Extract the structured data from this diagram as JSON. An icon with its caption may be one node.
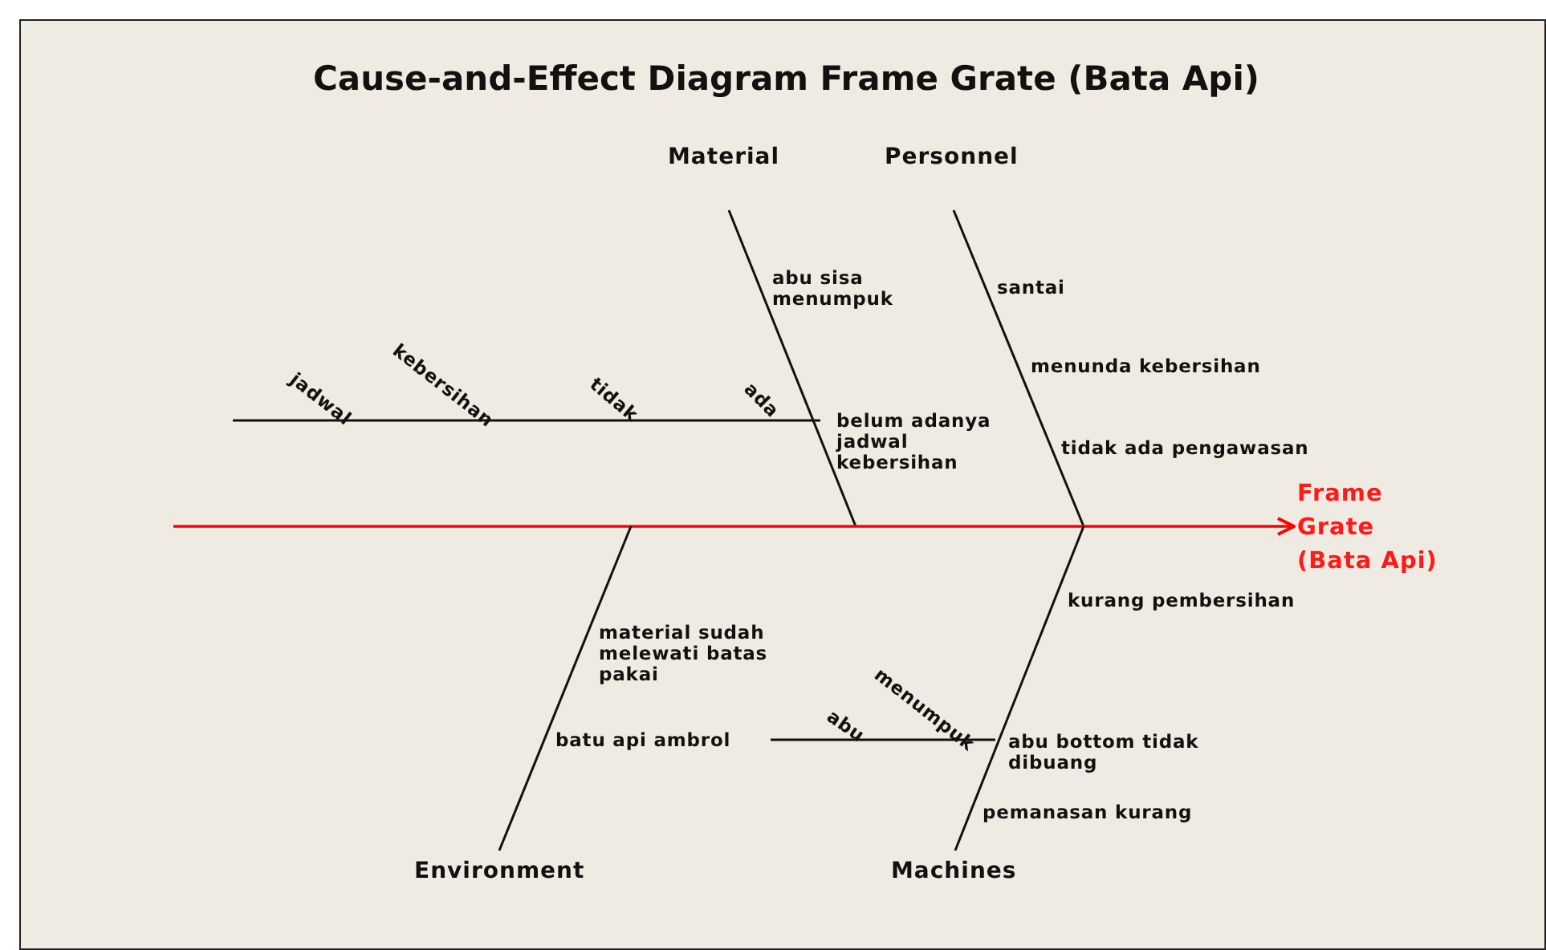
{
  "diagram": {
    "title": "Cause-and-Effect Diagram Frame Grate (Bata Api)",
    "nodes": [
      {
        "text": [
          "Material"
        ]
      },
      {
        "text": [
          "Personnel"
        ]
      },
      {
        "text": [
          "Frame Grate (Bata Api)"
        ]
      },
      {
        "text": [
          "Environment"
        ]
      },
      {
        "text": [
          "Machines"
        ]
      }
    ],
    "edges": [
      {
        "from": 0,
        "to": null,
        "arrow": "none"
      },
      {
        "from": 1,
        "to": null,
        "arrow": "none"
      },
      {
        "from": null,
        "to": 2,
        "arrow": "to",
        "color": "#ff0000"
      },
      {
        "from": 3,
        "to": null,
        "arrow": "none"
      },
      {
        "from": 4,
        "to": null,
        "arrow": "none"
      }
    ],
    "labels": [
      "abu sisa menumpuk",
      "santai",
      "menunda kebersihan",
      "jadwal",
      "kebersihan",
      "tidak",
      "ada",
      "belum adanya jadwal kebersihan",
      "tidak ada pengawasan",
      "kurang pembersihan",
      "material sudah melewati batas pakai",
      "menumpuk",
      "abu",
      "batu api ambrol",
      "abu bottom tidak dibuang",
      "pemanasan kurang"
    ]
  }
}
